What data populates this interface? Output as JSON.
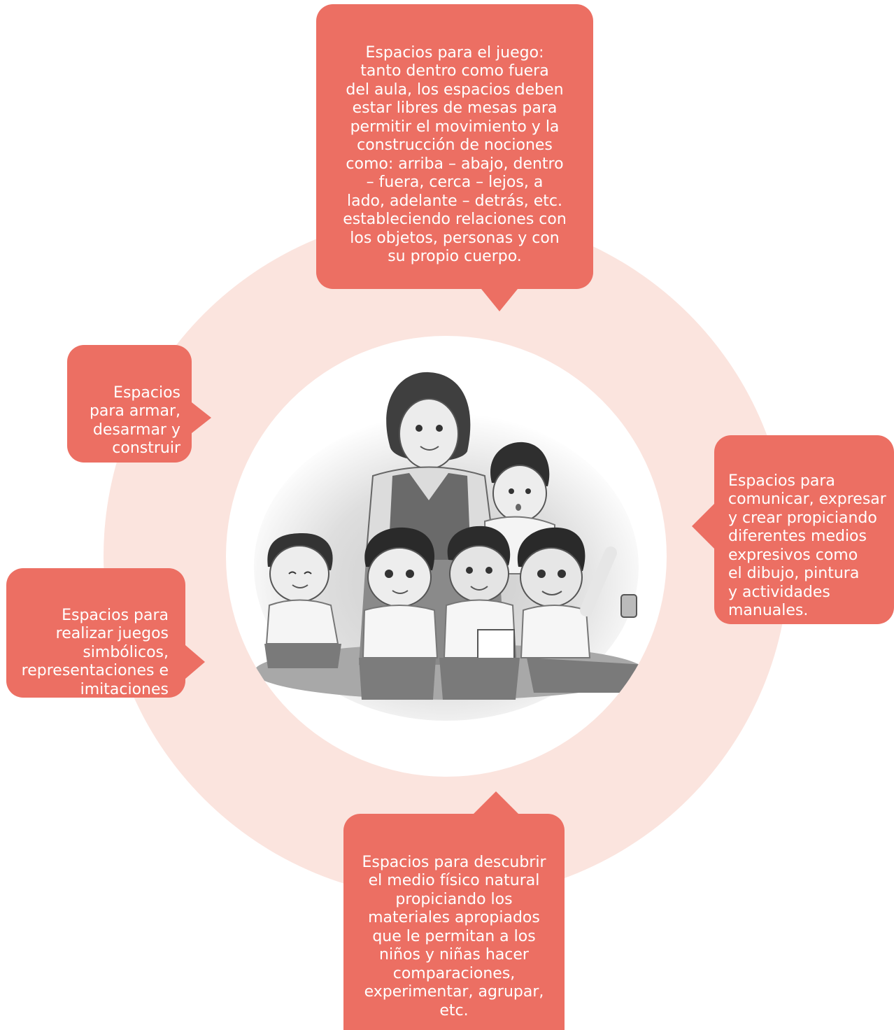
{
  "colors": {
    "bubble": "#ec6f63",
    "ring": "#fbe4de",
    "text": "#ffffff"
  },
  "illustration": {
    "label": "teacher-with-children-illustration"
  },
  "bubbles": {
    "top": "Espacios para el juego:\ntanto dentro como fuera\ndel aula, los espacios deben\nestar libres de mesas para\npermitir el movimiento y la\nconstrucción de nociones\ncomo: arriba – abajo, dentro\n– fuera, cerca – lejos, a\nlado, adelante – detrás, etc.\nestableciendo relaciones con\nlos objetos, personas y con\nsu propio cuerpo.",
    "armar": "Espacios\npara armar,\ndesarmar y\nconstruir",
    "simbolicos": "Espacios para\nrealizar juegos\nsimbólicos,\nrepresentaciones e\nimitaciones",
    "comunicar": "Espacios para\ncomunicar, expresar\ny crear propiciando\ndiferentes medios\nexpresivos como\nel dibujo, pintura\ny actividades\nmanuales.",
    "natural": "Espacios para descubrir\nel medio físico natural\npropiciando los\nmateriales apropiados\nque le permitan a los\nniños y niñas hacer\ncomparaciones,\nexperimentar, agrupar,\netc."
  }
}
